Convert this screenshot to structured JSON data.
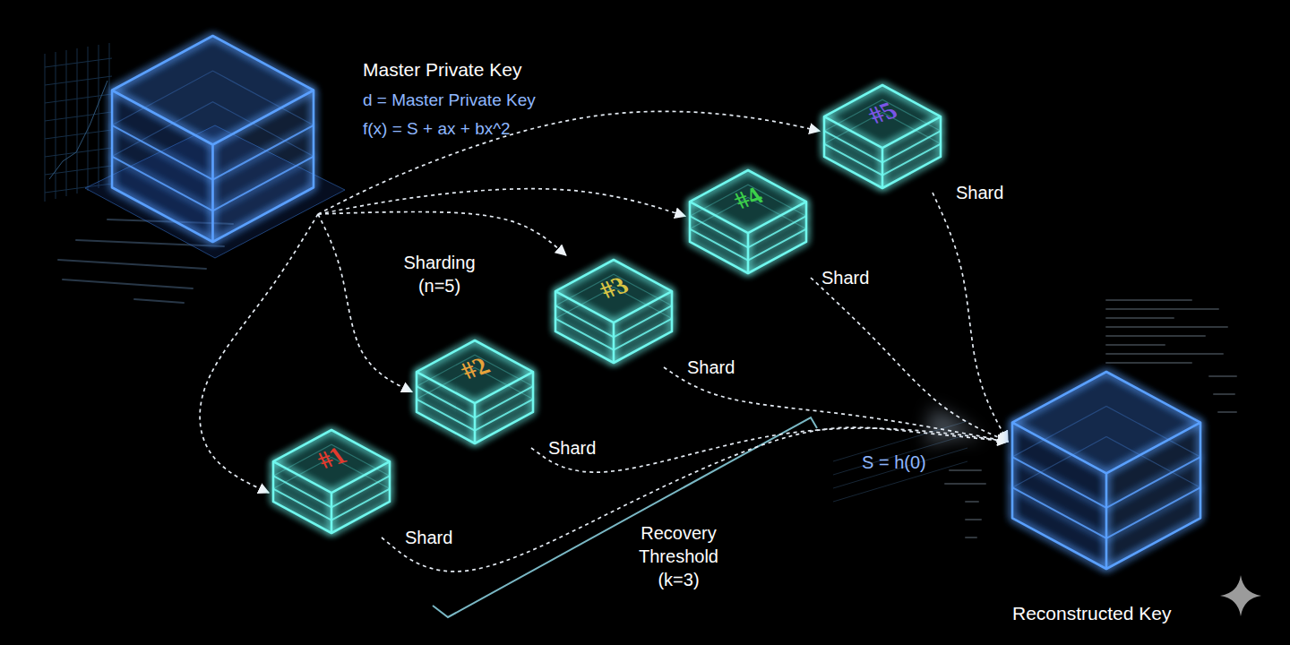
{
  "diagram": {
    "nodes": [
      {
        "text": [
          "Master Private Key",
          "d = Master Private Key",
          "f(x) = S + ax + bx^2"
        ]
      },
      {
        "text": [
          "#1",
          "Shard"
        ]
      },
      {
        "text": [
          "#2",
          "Shard"
        ]
      },
      {
        "text": [
          "#3",
          "Shard"
        ]
      },
      {
        "text": [
          "#4",
          "Shard"
        ]
      },
      {
        "text": [
          "#5",
          "Shard"
        ]
      },
      {
        "text": [
          "Reconstructed Key"
        ]
      }
    ],
    "edges": [
      {
        "from": 0,
        "to": 1,
        "arrow": "to"
      },
      {
        "from": 0,
        "to": 2,
        "arrow": "to"
      },
      {
        "from": 0,
        "to": 3,
        "arrow": "to"
      },
      {
        "from": 0,
        "to": 4,
        "arrow": "to"
      },
      {
        "from": 0,
        "to": 5,
        "arrow": "to"
      },
      {
        "from": 1,
        "to": 6,
        "arrow": "to"
      },
      {
        "from": 2,
        "to": 6,
        "arrow": "to"
      },
      {
        "from": 3,
        "to": 6,
        "arrow": "to"
      },
      {
        "from": 4,
        "to": 6,
        "arrow": "to"
      },
      {
        "from": 5,
        "to": 6,
        "arrow": "to"
      }
    ],
    "labels": [
      "Sharding (n=5)",
      "Recovery Threshold (k=3)",
      "S = h(0)"
    ]
  }
}
